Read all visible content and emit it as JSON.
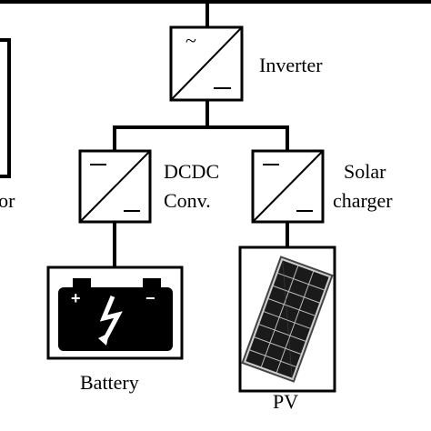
{
  "labels": {
    "inverter": "Inverter",
    "dcdc_line1": "DCDC",
    "dcdc_line2": "Conv.",
    "solar_line1": "Solar",
    "solar_line2": "charger",
    "left_partial": "tor",
    "battery": "Battery",
    "pv": "PV"
  },
  "symbols": {
    "inverter_top": "~",
    "inverter_bottom": "—",
    "dcdc_top": "—",
    "dcdc_bottom": "—",
    "solar_top": "—",
    "solar_bottom": "—",
    "battery_plus": "+",
    "battery_minus": "−"
  },
  "icons": {
    "battery": "battery-icon",
    "lightning": "lightning-icon",
    "pv_panel": "solar-panel-icon"
  },
  "colors": {
    "line": "#000000",
    "background": "#ffffff",
    "battery_fill": "#000000",
    "panel_cell": "#1a1a1a",
    "panel_frame": "#cfcfcf"
  }
}
